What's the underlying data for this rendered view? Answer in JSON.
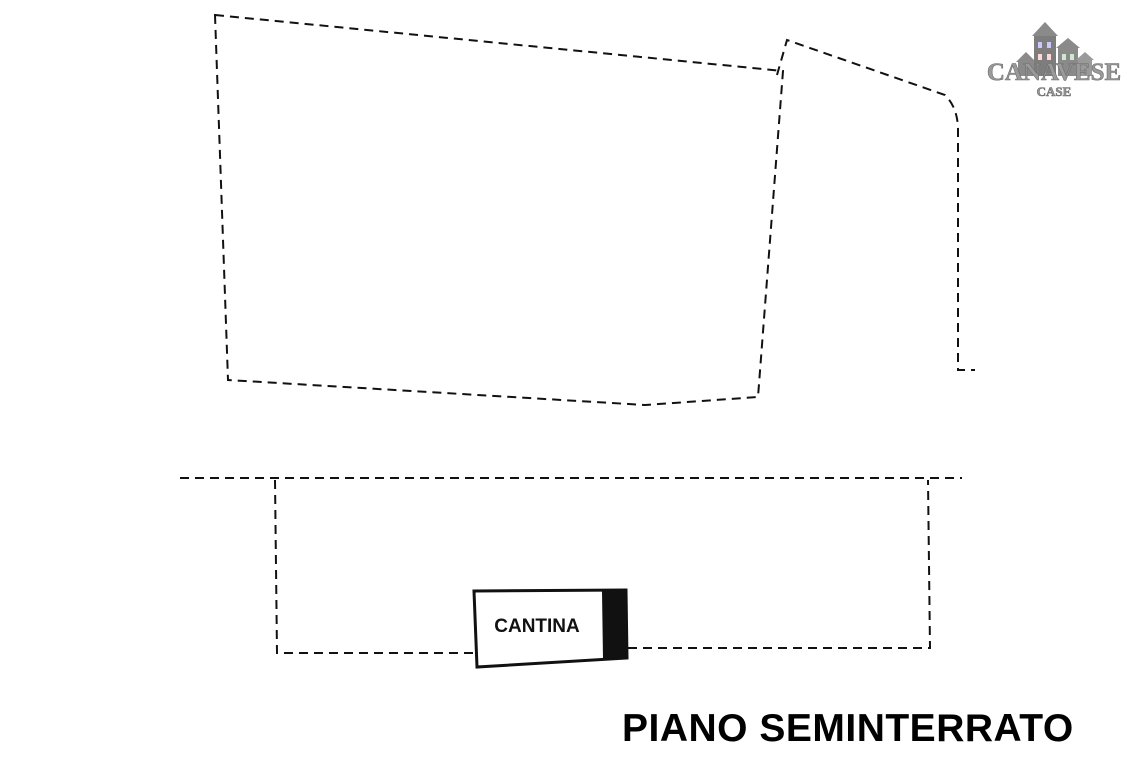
{
  "plan": {
    "title": "PIANO SEMINTERRATO",
    "room_label": "CANTINA"
  },
  "logo": {
    "brand": "CANAVESE",
    "sub": "CASE",
    "color": "#9a9a9a"
  }
}
